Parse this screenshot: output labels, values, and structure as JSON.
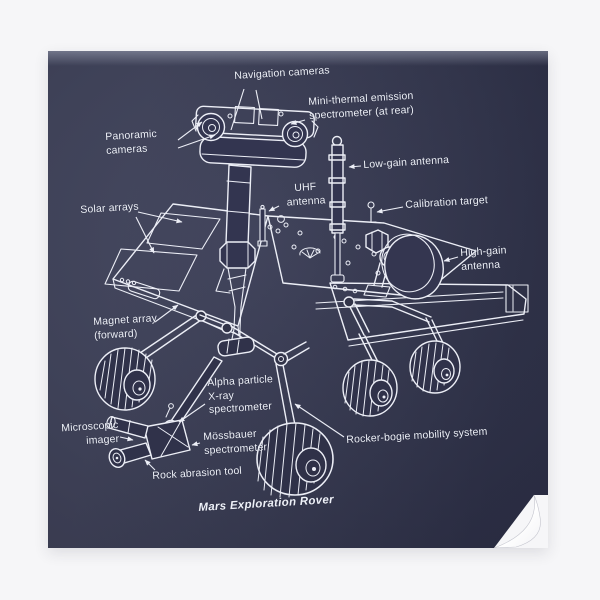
{
  "poster": {
    "background_color": "#31334a",
    "line_color": "#eceef6",
    "backdrop_color": "#f6f6f8",
    "title": "Mars Exploration Rover",
    "labels": {
      "navigation_cameras": "Navigation cameras",
      "mini_tes": "Mini-thermal emission\nspectrometer (at rear)",
      "panoramic_cameras": "Panoramic\ncameras",
      "solar_arrays": "Solar arrays",
      "low_gain_antenna": "Low-gain antenna",
      "uhf_antenna": "UHF\nantenna",
      "calibration_target": "Calibration target",
      "high_gain_antenna": "High-gain antenna",
      "magnet_array": "Magnet array\n(forward)",
      "apxs": "Alpha particle\nX-ray\nspectrometer",
      "microscopic_imager": "Microscopic\nimager",
      "mossbauer": "Mössbauer\nspectrometer",
      "rock_abrasion_tool": "Rock abrasion tool",
      "rocker_bogie": "Rocker-bogie mobility system"
    }
  }
}
